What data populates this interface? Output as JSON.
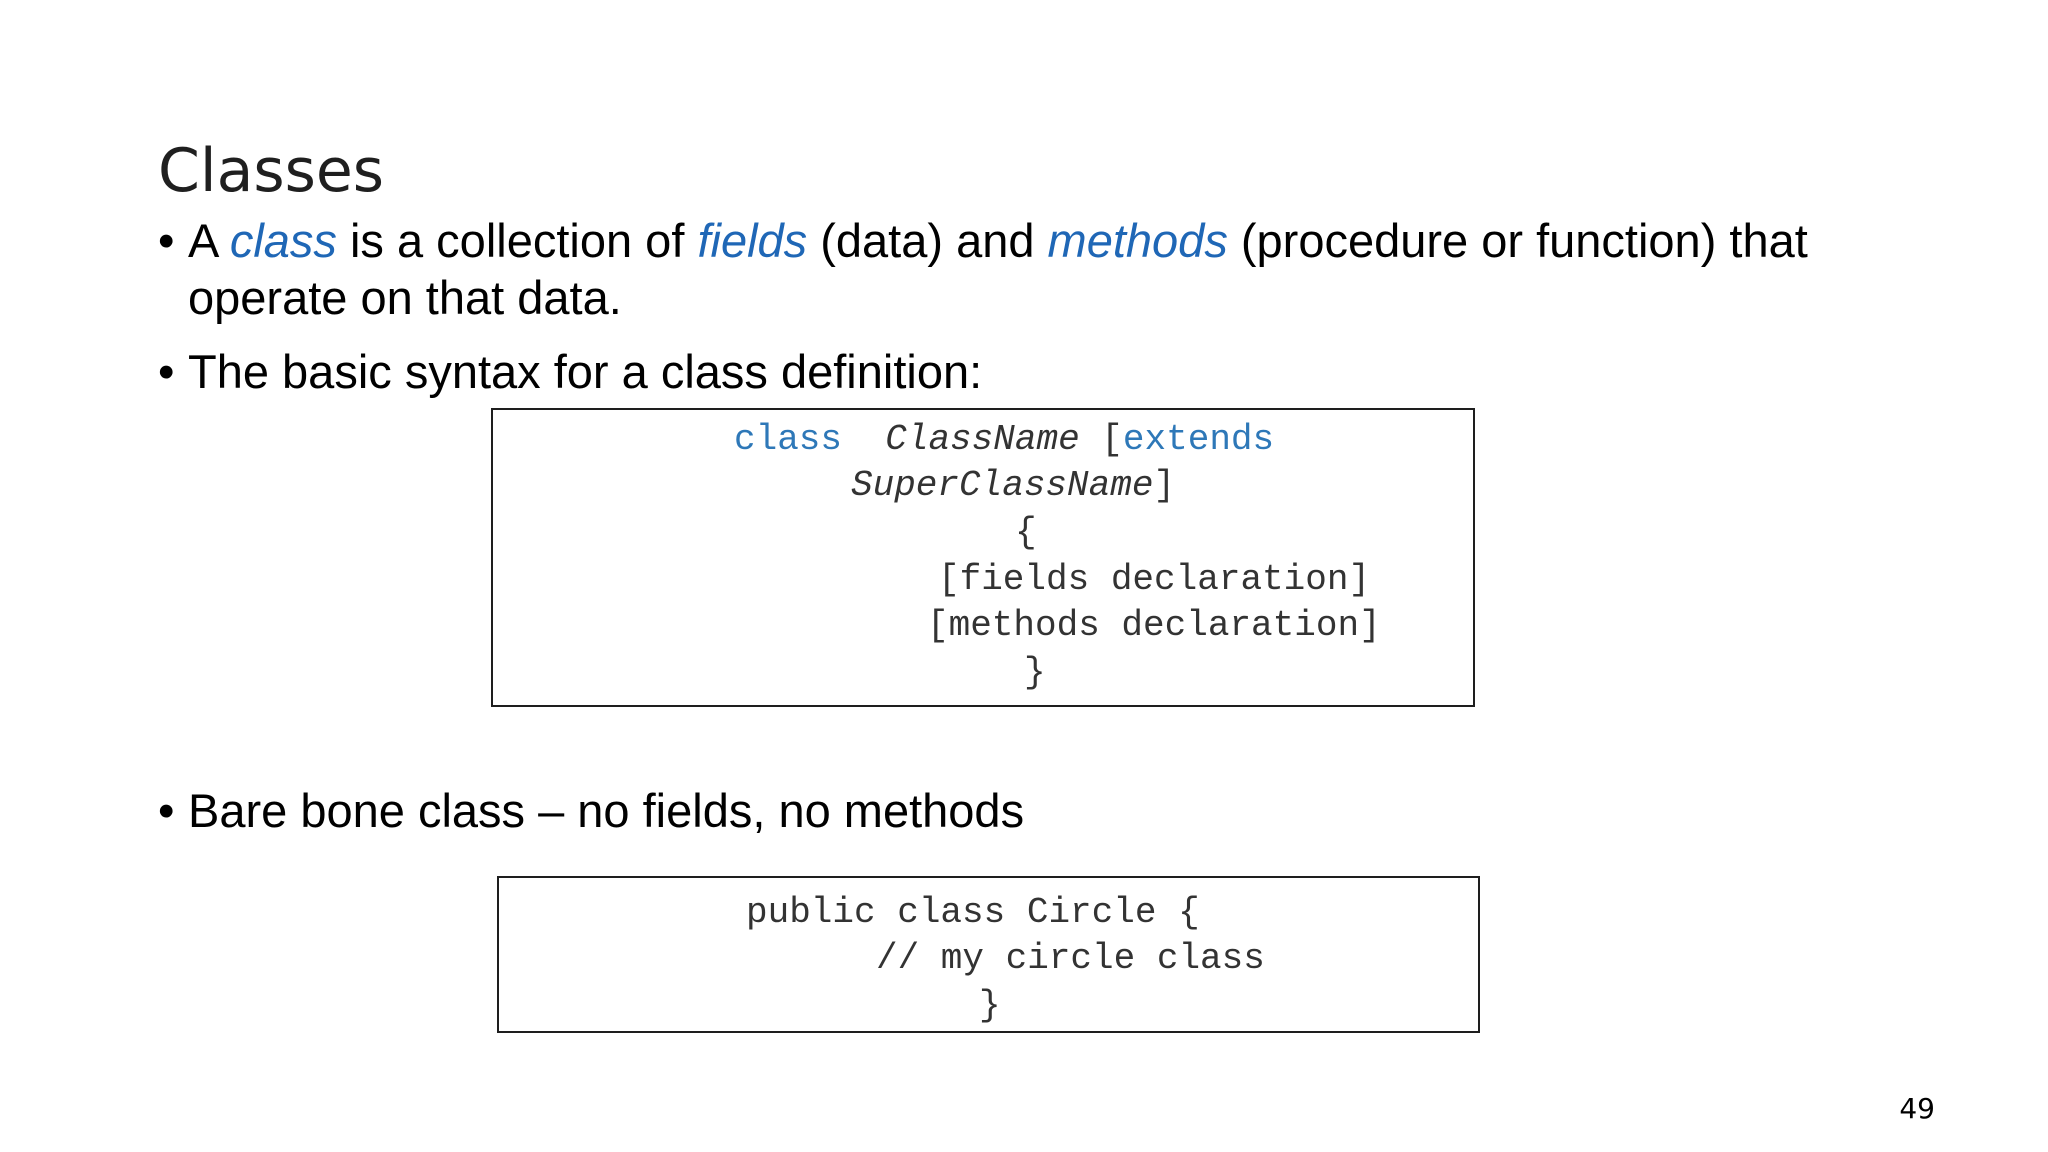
{
  "slide": {
    "title": "Classes",
    "page_number": "49",
    "colors": {
      "accent": "#1f67b6",
      "keyword": "#2e78b8",
      "code_text": "#333333"
    }
  },
  "bullets": {
    "bullet_symbol": "•",
    "b1": {
      "t1": "A ",
      "k1": "class",
      "t2": " is a collection of ",
      "k2": "fields",
      "t3": " (data) and ",
      "k3": "methods",
      "t4": " (procedure or function) that operate on that data."
    },
    "b2": "The basic syntax for a class definition:",
    "b3": "Bare bone class – no fields, no methods"
  },
  "code_block_1": {
    "line1_kw1": "class",
    "line1_sep": "  ",
    "line1_name": "ClassName",
    "line1_bracket": " [",
    "line1_kw2": "extends",
    "line2_name": "SuperClassName",
    "line2_bracket": "]",
    "line3": "{",
    "line4": "[fields declaration]",
    "line5": "[methods declaration]",
    "line6": "}"
  },
  "code_block_2": {
    "line1": "public class Circle {",
    "line2": "// my circle class",
    "line3": "}"
  }
}
